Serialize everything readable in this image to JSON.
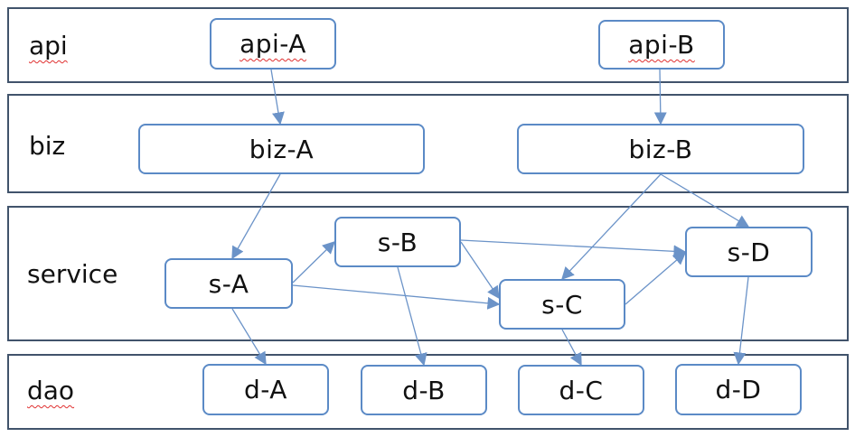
{
  "colors": {
    "layer_border": "#41536b",
    "node_border": "#5b8ac6",
    "edge": "#6b93c8",
    "text": "#111111",
    "squiggle": "#e03030"
  },
  "layers": {
    "api": "api",
    "biz": "biz",
    "service": "service",
    "dao": "dao"
  },
  "nodes": {
    "api_a": "api-A",
    "api_b": "api-B",
    "biz_a": "biz-A",
    "biz_b": "biz-B",
    "s_a": "s-A",
    "s_b": "s-B",
    "s_c": "s-C",
    "s_d": "s-D",
    "d_a": "d-A",
    "d_b": "d-B",
    "d_c": "d-C",
    "d_d": "d-D"
  },
  "edges": [
    {
      "from": "api_a",
      "to": "biz_a"
    },
    {
      "from": "api_b",
      "to": "biz_b"
    },
    {
      "from": "biz_a",
      "to": "s_a"
    },
    {
      "from": "biz_b",
      "to": "s_c"
    },
    {
      "from": "biz_b",
      "to": "s_d"
    },
    {
      "from": "s_a",
      "to": "s_b"
    },
    {
      "from": "s_a",
      "to": "s_c"
    },
    {
      "from": "s_a",
      "to": "d_a"
    },
    {
      "from": "s_b",
      "to": "s_c"
    },
    {
      "from": "s_b",
      "to": "s_d"
    },
    {
      "from": "s_b",
      "to": "d_b"
    },
    {
      "from": "s_c",
      "to": "s_d"
    },
    {
      "from": "s_c",
      "to": "d_c"
    },
    {
      "from": "s_d",
      "to": "d_d"
    }
  ]
}
